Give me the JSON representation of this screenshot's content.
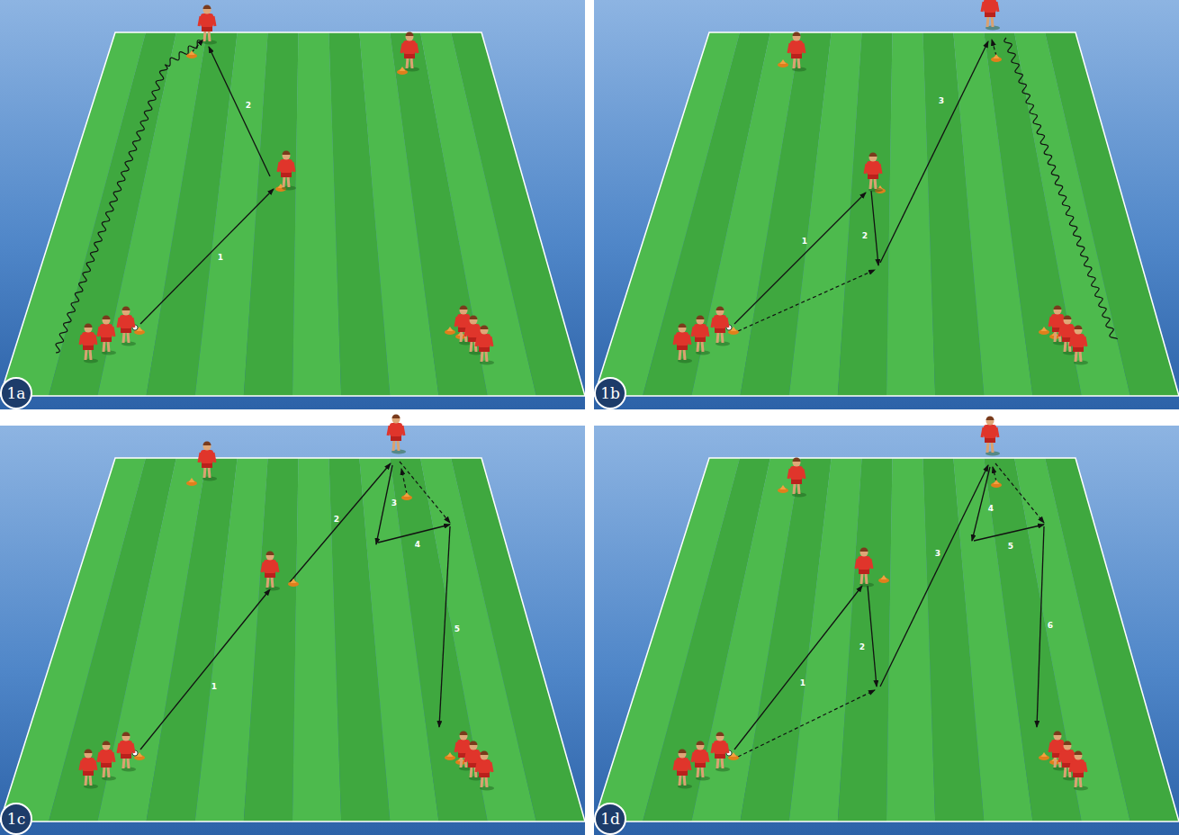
{
  "diagram": {
    "nodes": [
      {
        "text": [
          "1a"
        ]
      },
      {
        "text": [
          "1b"
        ]
      },
      {
        "text": [
          "1c"
        ]
      },
      {
        "text": [
          "1d"
        ]
      }
    ],
    "labels": [
      "1",
      "2",
      "1",
      "2",
      "3",
      "1",
      "2",
      "3",
      "4",
      "5",
      "1",
      "2",
      "3",
      "4",
      "5",
      "6"
    ]
  }
}
